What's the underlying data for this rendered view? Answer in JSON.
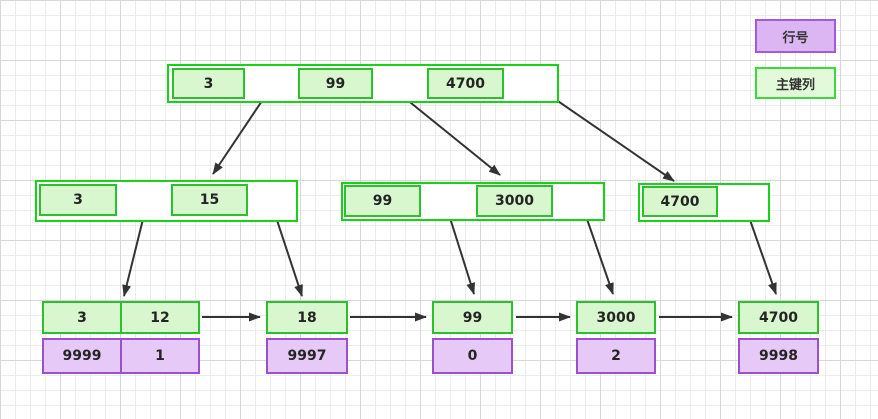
{
  "legend": {
    "row_number_label": "行号",
    "primary_key_label": "主键列"
  },
  "tree": {
    "root": {
      "keys": [
        "3",
        "99",
        "4700"
      ]
    },
    "internal_nodes": [
      {
        "keys": [
          "3",
          "15"
        ]
      },
      {
        "keys": [
          "99",
          "3000"
        ]
      },
      {
        "keys": [
          "4700"
        ]
      }
    ],
    "leaf_nodes": [
      {
        "keys": [
          "3",
          "12"
        ],
        "row_numbers": [
          "9999",
          "1"
        ]
      },
      {
        "keys": [
          "18"
        ],
        "row_numbers": [
          "9997"
        ]
      },
      {
        "keys": [
          "99"
        ],
        "row_numbers": [
          "0"
        ]
      },
      {
        "keys": [
          "3000"
        ],
        "row_numbers": [
          "2"
        ]
      },
      {
        "keys": [
          "4700"
        ],
        "row_numbers": [
          "9998"
        ]
      }
    ]
  },
  "colors": {
    "node_border": "#16d316",
    "key_border": "#2dc02d",
    "key_fill": "#d9f7cf",
    "row_border": "#9b51cf",
    "row_fill": "#e6c9f7",
    "legend_purple_border": "#a25ad6",
    "legend_purple_fill": "#dcb6f2",
    "legend_green_border": "#3fd63f",
    "legend_green_fill": "#e2fad9",
    "arrow": "#333333"
  }
}
